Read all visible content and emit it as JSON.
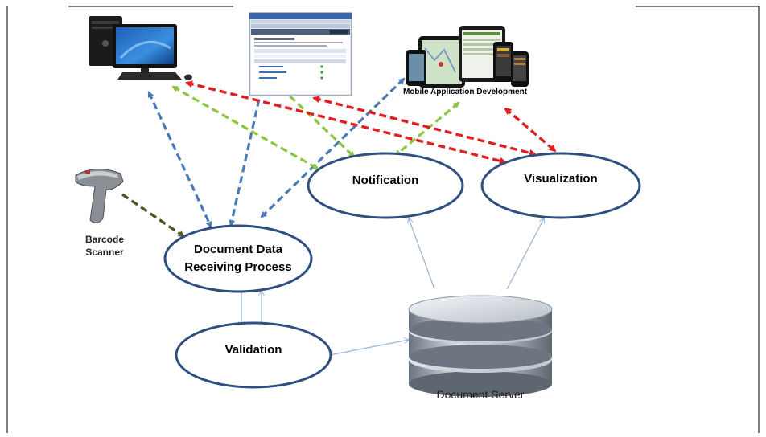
{
  "diagram": {
    "nodes": {
      "notification": "Notification",
      "visualization": "Visualization",
      "document_data_line1": "Document Data",
      "document_data_line2": "Receiving Process",
      "validation": "Validation"
    },
    "devices": {
      "barcode_line1": "Barcode",
      "barcode_line2": "Scanner",
      "mobile": "Mobile Application Development",
      "server": "Document Server"
    },
    "colors": {
      "ellipse_stroke": "#2f4f80",
      "blue_arrow": "#4a7ab8",
      "green_arrow": "#8dc63f",
      "red_arrow": "#e02020",
      "olive_arrow": "#4a5a20",
      "thin_arrow": "#9bb7d4"
    }
  }
}
